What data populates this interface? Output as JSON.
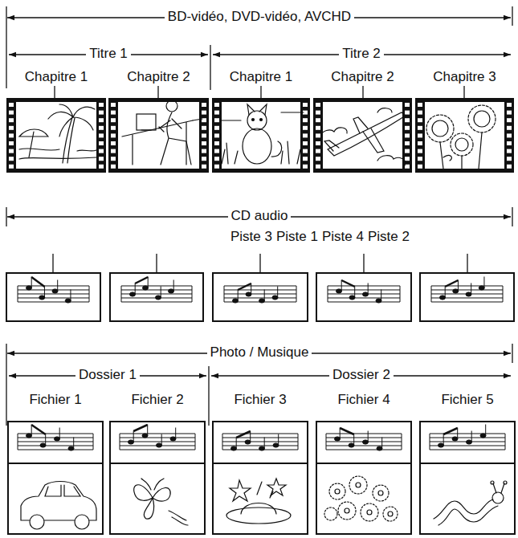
{
  "diagram": {
    "nodes": [
      {
        "text": [
          "Chapitre 1"
        ]
      },
      {
        "text": [
          "Chapitre 2"
        ]
      },
      {
        "text": [
          "Chapitre 1"
        ]
      },
      {
        "text": [
          "Chapitre 2"
        ]
      },
      {
        "text": [
          "Chapitre 3"
        ]
      },
      {
        "text": [
          "Fichier 1"
        ]
      },
      {
        "text": [
          "Fichier 2"
        ]
      },
      {
        "text": [
          "Fichier 3"
        ]
      },
      {
        "text": [
          "Fichier 4"
        ]
      },
      {
        "text": [
          "Fichier 5"
        ]
      }
    ],
    "labels": [
      "BD-vidéo, DVD-vidéo, AVCHD",
      "Titre 1",
      "Titre 2",
      "CD audio",
      "Piste 3",
      "Piste 1",
      "Piste 4",
      "Piste 2",
      "Photo / Musique",
      "Dossier 1",
      "Dossier 2"
    ]
  }
}
